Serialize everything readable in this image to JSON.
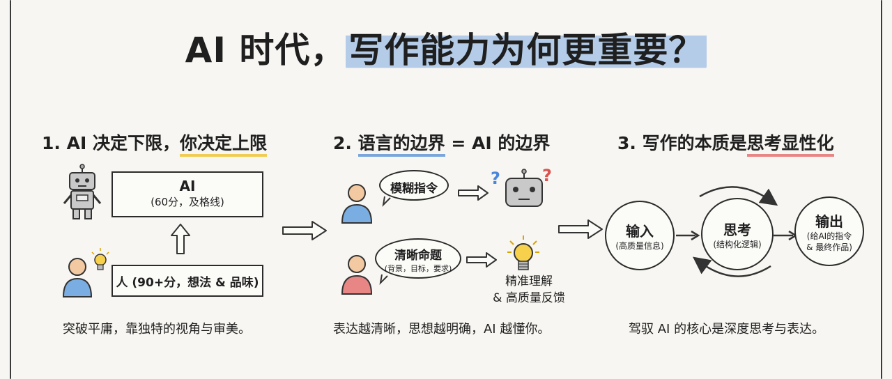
{
  "title": {
    "plain": "AI 时代，",
    "highlight": "写作能力为何更重要？"
  },
  "section1": {
    "heading_prefix": "1. AI 决定下限，",
    "heading_highlight": "你决定上限",
    "ai_box": {
      "title": "AI",
      "subtitle": "(60分，及格线)"
    },
    "human_box": {
      "label": "人 (90+分，想法 & 品味)"
    },
    "caption": "突破平庸，靠独特的视角与审美。"
  },
  "section2": {
    "heading_prefix": "2. ",
    "heading_highlight": "语言的边界",
    "heading_suffix": " = AI 的边界",
    "vague_bubble": "模糊指令",
    "clear_bubble": {
      "title": "清晰命题",
      "subtitle": "(背景，目标，要求)"
    },
    "result_line1": "精准理解",
    "result_line2": "& 高质量反馈",
    "caption": "表达越清晰，思想越明确，AI 越懂你。"
  },
  "section3": {
    "heading_prefix": "3. 写作的本质是",
    "heading_highlight": "思考显性化",
    "input": {
      "title": "输入",
      "subtitle": "(高质量信息)"
    },
    "think": {
      "title": "思考",
      "subtitle": "(结构化逻辑)"
    },
    "output": {
      "title": "输出",
      "subtitle_line1": "(给AI的指令",
      "subtitle_line2": "& 最终作品)"
    },
    "caption": "驾驭 AI 的核心是深度思考与表达。"
  },
  "colors": {
    "highlight_blue": "#7aa6dc",
    "underline_yellow": "#f0cc52",
    "underline_red": "#e88686",
    "person_blue": "#7aaee3",
    "person_red": "#e88686",
    "skin": "#f2c9a0",
    "bulb_yellow": "#f7d14c",
    "question_blue": "#4a86d9",
    "question_red": "#d9534f"
  }
}
